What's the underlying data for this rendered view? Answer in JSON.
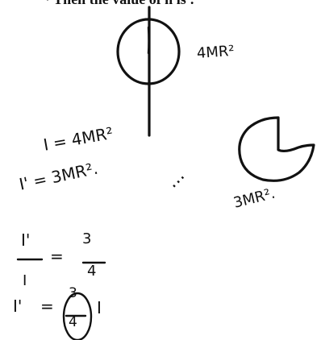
{
  "content": {
    "header_text": "· Then the value of n is :",
    "left_label": "4MR²",
    "equation_1": "I = 4MR²",
    "equation_2": "I' = 3MR².",
    "right_label": "3MR².",
    "fraction_top": "I'",
    "fraction_bottom": "I",
    "fraction_equals": "=",
    "fraction_num": "3",
    "fraction_den": "4",
    "final_lhs": "I'",
    "final_equals": "=",
    "final_num": "3",
    "final_den": "4",
    "final_rhs": "I",
    "dots": "⋯"
  }
}
